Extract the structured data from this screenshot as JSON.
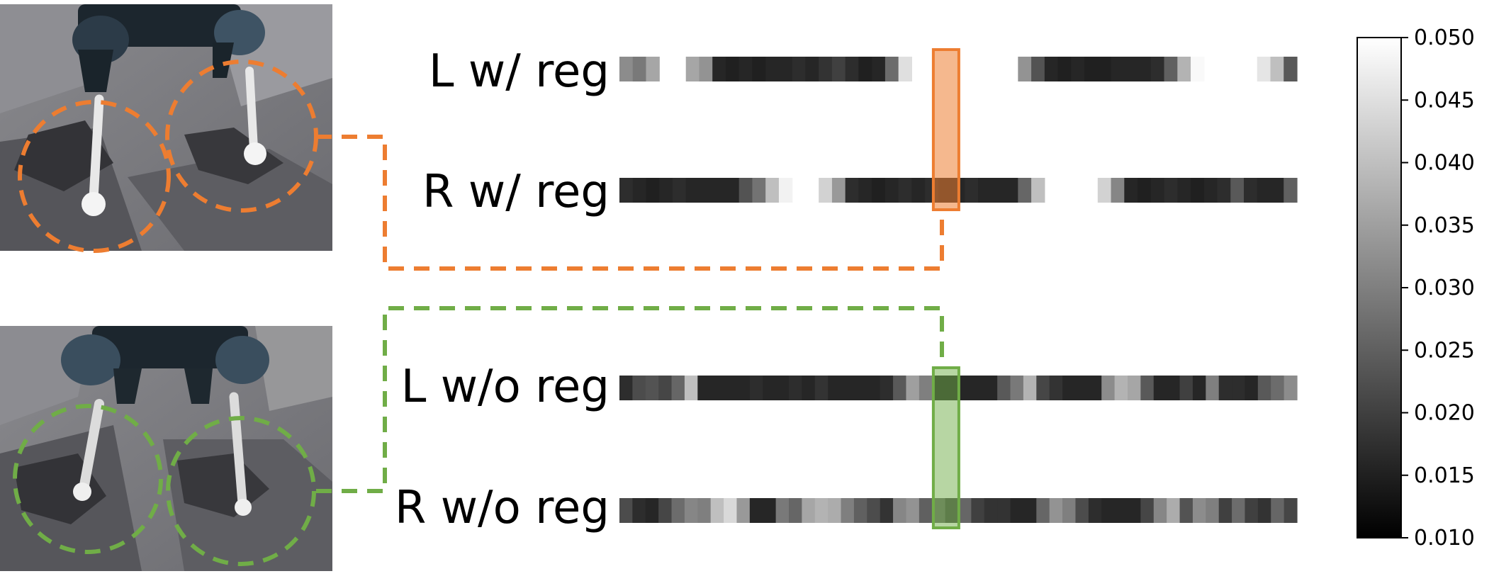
{
  "colors": {
    "accent_orange": "#ed7d31",
    "accent_green": "#70ad47",
    "highlight_orange_fill": "#f4b183",
    "highlight_green_fill": "#a9d18e"
  },
  "chart_data": {
    "type": "heatmap",
    "colormap": "gray",
    "vmin": 0.01,
    "vmax": 0.05,
    "colorbar_ticks": [
      "0.050",
      "0.045",
      "0.040",
      "0.035",
      "0.030",
      "0.025",
      "0.020",
      "0.015",
      "0.010"
    ],
    "colorbar_tick_values": [
      0.05,
      0.045,
      0.04,
      0.035,
      0.03,
      0.025,
      0.02,
      0.015,
      0.01
    ],
    "highlight_step": 24,
    "rows": [
      {
        "label": "L w/ reg",
        "group": "w/ reg",
        "values": [
          0.032,
          0.029,
          0.036,
          null,
          null,
          0.036,
          0.033,
          0.016,
          0.015,
          0.016,
          0.015,
          0.016,
          0.016,
          0.017,
          0.016,
          0.018,
          0.02,
          0.017,
          0.015,
          0.016,
          0.027,
          0.045,
          null,
          null,
          null,
          null,
          null,
          null,
          null,
          null,
          0.033,
          0.023,
          0.016,
          0.015,
          0.016,
          0.015,
          0.015,
          0.016,
          0.016,
          0.016,
          0.017,
          0.025,
          0.038,
          0.049,
          null,
          null,
          null,
          null,
          0.046,
          0.04,
          0.024
        ]
      },
      {
        "label": "R w/ reg",
        "group": "w/ reg",
        "values": [
          0.017,
          0.016,
          0.015,
          0.016,
          0.017,
          0.016,
          0.016,
          0.016,
          0.016,
          0.023,
          0.028,
          0.04,
          0.048,
          null,
          null,
          0.043,
          0.034,
          0.017,
          0.016,
          0.015,
          0.016,
          0.017,
          0.016,
          0.017,
          0.016,
          0.016,
          0.017,
          0.016,
          0.016,
          0.016,
          0.026,
          0.04,
          null,
          null,
          null,
          null,
          0.043,
          0.031,
          0.016,
          0.015,
          0.016,
          0.017,
          0.016,
          0.015,
          0.016,
          0.017,
          0.024,
          0.017,
          0.016,
          0.016,
          0.025
        ]
      },
      {
        "label": "L w/o reg",
        "group": "w/o reg",
        "values": [
          0.017,
          0.022,
          0.023,
          0.021,
          0.026,
          0.04,
          0.016,
          0.016,
          0.016,
          0.016,
          0.017,
          0.016,
          0.016,
          0.017,
          0.016,
          0.018,
          0.016,
          0.016,
          0.016,
          0.016,
          0.017,
          0.024,
          0.035,
          0.03,
          0.016,
          0.016,
          0.016,
          0.016,
          0.016,
          0.024,
          0.029,
          0.038,
          0.021,
          0.018,
          0.016,
          0.016,
          0.016,
          0.032,
          0.038,
          0.036,
          0.024,
          0.016,
          0.016,
          0.02,
          0.016,
          0.03,
          0.017,
          0.017,
          0.016,
          0.024,
          0.027,
          0.032
        ]
      },
      {
        "label": "R w/o reg",
        "group": "w/o reg",
        "values": [
          0.022,
          0.017,
          0.016,
          0.021,
          0.027,
          0.031,
          0.03,
          0.04,
          0.044,
          0.034,
          0.016,
          0.016,
          0.029,
          0.026,
          0.036,
          0.038,
          0.037,
          0.03,
          0.025,
          0.022,
          0.018,
          0.031,
          0.033,
          0.025,
          0.027,
          0.022,
          0.026,
          0.02,
          0.018,
          0.018,
          0.016,
          0.016,
          0.026,
          0.033,
          0.03,
          0.022,
          0.017,
          0.016,
          0.016,
          0.016,
          0.021,
          0.031,
          0.037,
          0.023,
          0.032,
          0.03,
          0.02,
          0.027,
          0.02,
          0.018,
          0.026,
          0.021
        ]
      }
    ]
  }
}
